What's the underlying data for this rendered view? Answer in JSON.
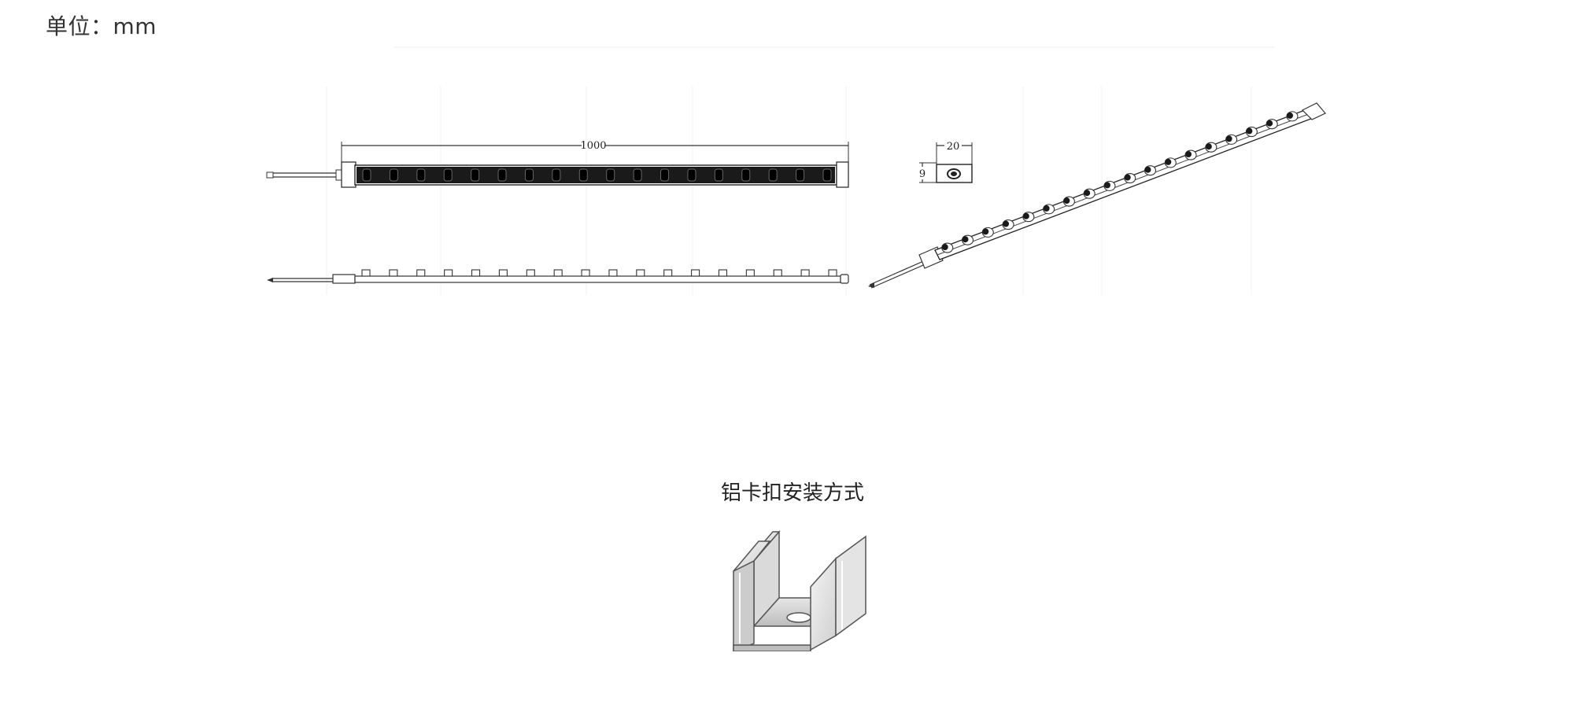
{
  "unit": {
    "label": "单位：mm"
  },
  "drawing": {
    "length_dim": "1000",
    "width_dim": "20",
    "height_dim": "9",
    "led_count": 18
  },
  "installation": {
    "title": "铝卡扣安装方式",
    "clip_icon": "aluminum-mounting-clip-icon"
  }
}
